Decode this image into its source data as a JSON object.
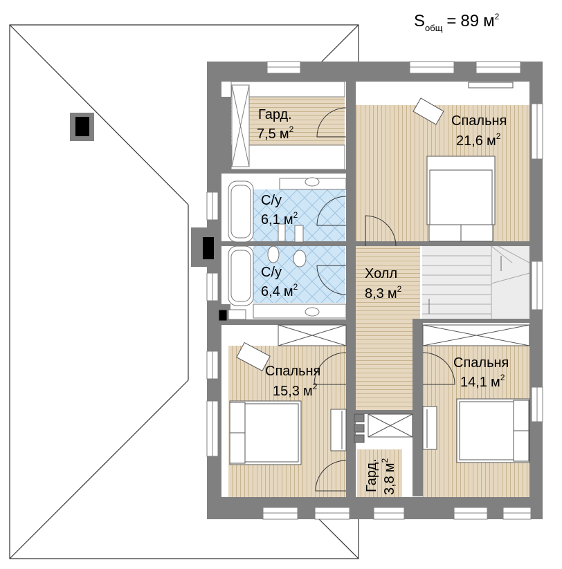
{
  "plan": {
    "total_area": {
      "symbol": "S",
      "subscript": "общ",
      "equals": "=",
      "value": "89",
      "unit": "м",
      "power": "2"
    },
    "rooms": {
      "wardrobe_top": {
        "name": "Гард.",
        "area": "7,5",
        "unit": "м",
        "power": "2"
      },
      "bedroom_top": {
        "name": "Спальня",
        "area": "21,6",
        "unit": "м",
        "power": "2"
      },
      "bathroom_1": {
        "name": "С/у",
        "area": "6,1",
        "unit": "м",
        "power": "2"
      },
      "bathroom_2": {
        "name": "С/у",
        "area": "6,4",
        "unit": "м",
        "power": "2"
      },
      "hall": {
        "name": "Холл",
        "area": "8,3",
        "unit": "м",
        "power": "2"
      },
      "bedroom_left": {
        "name": "Спальня",
        "area": "15,3",
        "unit": "м",
        "power": "2"
      },
      "bedroom_right": {
        "name": "Спальня",
        "area": "14,1",
        "unit": "м",
        "power": "2"
      },
      "wardrobe_small": {
        "name": "Гард.",
        "area": "3,8",
        "unit": "м",
        "power": "2"
      }
    },
    "colors": {
      "wall": "#808080",
      "floor_wood": "#e6d8c0",
      "floor_line": "#c8b48e",
      "tile": "#cfe6f7",
      "tile_line": "#9fc4e0",
      "stair": "#ececec",
      "roof_line": "#333333",
      "chimney": "#808080"
    }
  }
}
